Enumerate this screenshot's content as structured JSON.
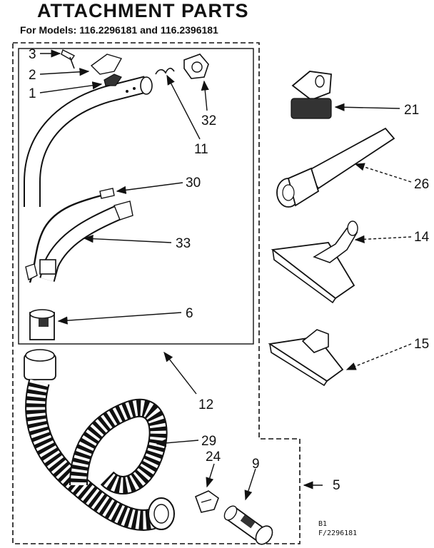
{
  "header": {
    "title": "ATTACHMENT PARTS",
    "subtitle": "For Models: 116.2296181 and 116.2396181"
  },
  "footer": {
    "ref_line1": "B1",
    "ref_line2": "F/2296181"
  },
  "callouts": {
    "p3": "3",
    "p2": "2",
    "p1": "1",
    "p32": "32",
    "p11": "11",
    "p21": "21",
    "p30": "30",
    "p26": "26",
    "p33": "33",
    "p14": "14",
    "p6": "6",
    "p15": "15",
    "p12": "12",
    "p29": "29",
    "p24": "24",
    "p9": "9",
    "p5": "5"
  }
}
